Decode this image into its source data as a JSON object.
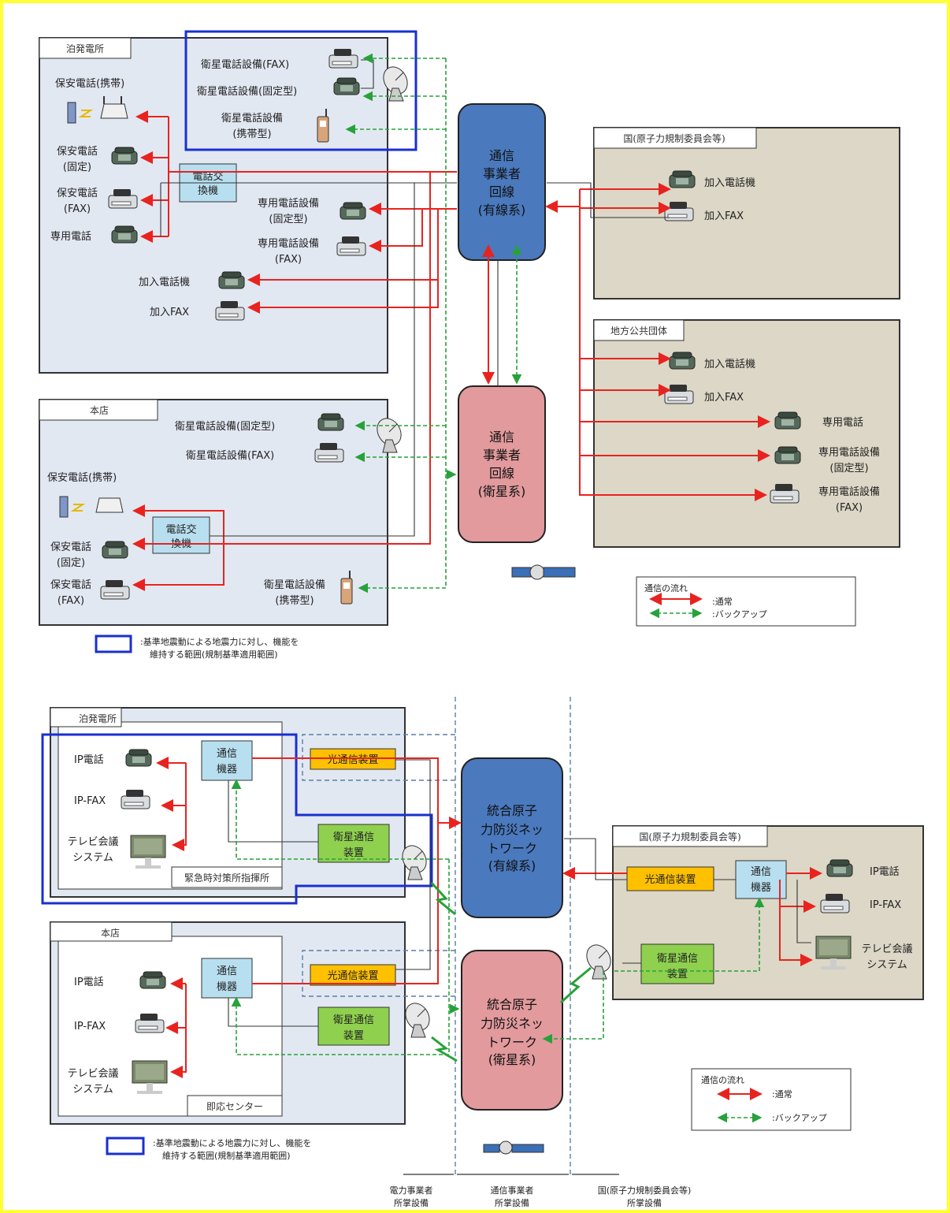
{
  "top": {
    "tomari": {
      "title": "泊発電所",
      "sat_fax": "衛星電話設備(FAX)",
      "sat_fixed": "衛星電話設備(固定型)",
      "sat_mobile_1": "衛星電話設備",
      "sat_mobile_2": "(携帯型)",
      "sec_mobile": "保安電話(携帯)",
      "sec_fixed_1": "保安電話",
      "sec_fixed_2": "(固定)",
      "sec_fax_1": "保安電話",
      "sec_fax_2": "(FAX)",
      "dedicated": "専用電話",
      "exchange_1": "電話交",
      "exchange_2": "換機",
      "ded_fixed_1": "専用電話設備",
      "ded_fixed_2": "(固定型)",
      "ded_fax_1": "専用電話設備",
      "ded_fax_2": "(FAX)",
      "sub_phone": "加入電話機",
      "sub_fax": "加入FAX"
    },
    "honten": {
      "title": "本店",
      "sat_fixed": "衛星電話設備(固定型)",
      "sat_fax": "衛星電話設備(FAX)",
      "sec_mobile": "保安電話(携帯)",
      "exchange_1": "電話交",
      "exchange_2": "換機",
      "sec_fixed_1": "保安電話",
      "sec_fixed_2": "(固定)",
      "sec_fax_1": "保安電話",
      "sec_fax_2": "(FAX)",
      "sat_mobile_1": "衛星電話設備",
      "sat_mobile_2": "(携帯型)"
    },
    "carrier_wired": [
      "通信",
      "事業者",
      "回線",
      "(有線系)"
    ],
    "carrier_sat": [
      "通信",
      "事業者",
      "回線",
      "(衛星系)"
    ],
    "nation": {
      "title": "国(原子力規制委員会等)",
      "sub_phone": "加入電話機",
      "sub_fax": "加入FAX"
    },
    "local": {
      "title": "地方公共団体",
      "sub_phone": "加入電話機",
      "sub_fax": "加入FAX",
      "dedicated": "専用電話",
      "ded_fixed_1": "専用電話設備",
      "ded_fixed_2": "(固定型)",
      "ded_fax_1": "専用電話設備",
      "ded_fax_2": "(FAX)"
    },
    "legend": {
      "title": "通信の流れ",
      "normal": ":通常",
      "backup": ":バックアップ"
    },
    "scope_note_1": ":基準地震動による地震力に対し、機能を",
    "scope_note_2": "維持する範囲(規制基準適用範囲)"
  },
  "bottom": {
    "tomari": {
      "title": "泊発電所",
      "ip_phone": "IP電話",
      "ip_fax": "IP-FAX",
      "tv_1": "テレビ会議",
      "tv_2": "システム",
      "comm_1": "通信",
      "comm_2": "機器",
      "optical": "光通信装置",
      "sat_1": "衛星通信",
      "sat_2": "装置",
      "center": "緊急時対策所指揮所"
    },
    "honten": {
      "title": "本店",
      "ip_phone": "IP電話",
      "ip_fax": "IP-FAX",
      "tv_1": "テレビ会議",
      "tv_2": "システム",
      "comm_1": "通信",
      "comm_2": "機器",
      "optical": "光通信装置",
      "sat_1": "衛星通信",
      "sat_2": "装置",
      "center": "即応センター"
    },
    "net_wired": [
      "統合原子",
      "力防災ネッ",
      "トワーク",
      "(有線系)"
    ],
    "net_sat": [
      "統合原子",
      "力防災ネッ",
      "トワーク",
      "(衛星系)"
    ],
    "nation": {
      "title": "国(原子力規制委員会等)",
      "optical": "光通信装置",
      "comm_1": "通信",
      "comm_2": "機器",
      "ip_phone": "IP電話",
      "ip_fax": "IP-FAX",
      "tv_1": "テレビ会議",
      "tv_2": "システム",
      "sat_1": "衛星通信",
      "sat_2": "装置"
    },
    "legend": {
      "title": "通信の流れ",
      "normal": ":通常",
      "backup": ":バックアップ"
    },
    "scope_note_1": ":基準地震動による地震力に対し、機能を",
    "scope_note_2": "維持する範囲(規制基準適用範囲)",
    "ownership": {
      "power_1": "電力事業者",
      "power_2": "所掌設備",
      "carrier_1": "通信事業者",
      "carrier_2": "所掌設備",
      "nation_1": "国(原子力規制委員会等)",
      "nation_2": "所掌設備"
    }
  }
}
